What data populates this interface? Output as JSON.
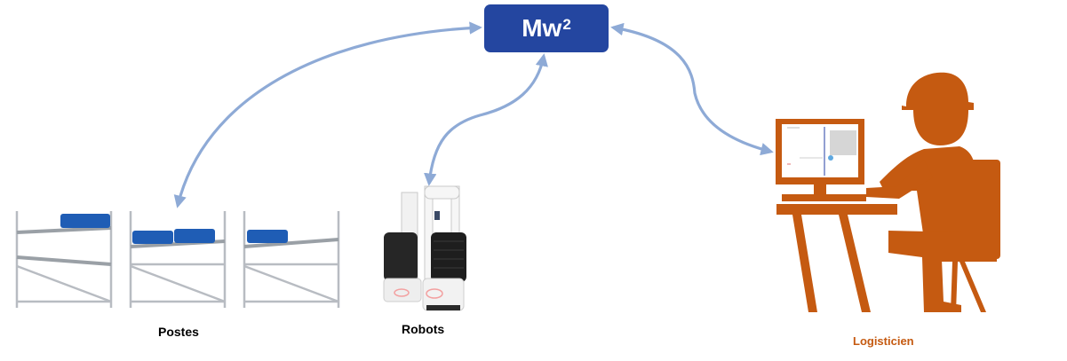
{
  "central_box": {
    "label": "Mw",
    "superscript": "2",
    "color": "#2446a0"
  },
  "labels": {
    "postes": "Postes",
    "robots": "Robots",
    "logisticien": "Logisticien"
  },
  "colors": {
    "arrow": "#8eaad6",
    "person": "#c55a11",
    "bin": "#1f5db5",
    "shelf": "#b8bcc2"
  },
  "icons": {
    "shelves": "shelving-unit-icon",
    "robots": "mobile-robot-icon",
    "logisticien": "worker-at-computer-icon"
  }
}
